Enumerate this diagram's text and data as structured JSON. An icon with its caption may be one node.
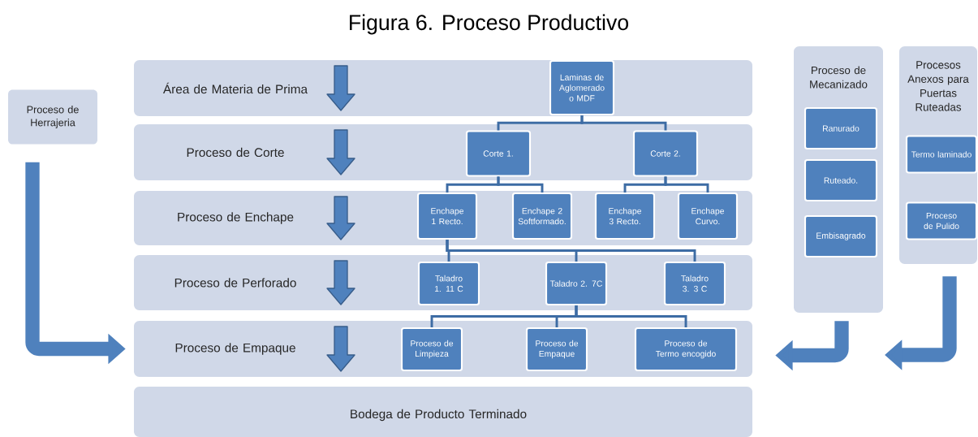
{
  "diagram": {
    "title": "Figura 6. Proceso Productivo",
    "nodes": [
      {
        "text": [
          "Proceso de Herrajeria"
        ]
      },
      {
        "text": [
          "Área de Materia de Prima"
        ]
      },
      {
        "text": [
          "Laminas de Aglomerado o MDF"
        ],
        "in": 1
      },
      {
        "text": [
          "Proceso de Corte"
        ]
      },
      {
        "text": [
          "Corte 1."
        ],
        "in": 3
      },
      {
        "text": [
          "Corte 2."
        ],
        "in": 3
      },
      {
        "text": [
          "Proceso de Enchape"
        ]
      },
      {
        "text": [
          "Enchape 1 Recto."
        ],
        "in": 6
      },
      {
        "text": [
          "Enchape 2 Softformado."
        ],
        "in": 6
      },
      {
        "text": [
          "Enchape 3 Recto."
        ],
        "in": 6
      },
      {
        "text": [
          "Enchape Curvo."
        ],
        "in": 6
      },
      {
        "text": [
          "Proceso de Perforado"
        ]
      },
      {
        "text": [
          "Taladro 1. 11 C"
        ],
        "in": 11
      },
      {
        "text": [
          "Taladro 2. 7C"
        ],
        "in": 11
      },
      {
        "text": [
          "Taladro 3. 3 C"
        ],
        "in": 11
      },
      {
        "text": [
          "Proceso de Empaque"
        ]
      },
      {
        "text": [
          "Proceso de Limpieza"
        ],
        "in": 15
      },
      {
        "text": [
          "Proceso de Empaque"
        ],
        "in": 15
      },
      {
        "text": [
          "Proceso de Termo encogido"
        ],
        "in": 15
      },
      {
        "text": [
          "Bodega de Producto Terminado"
        ]
      },
      {
        "text": [
          "Proceso de Mecanizado"
        ]
      },
      {
        "text": [
          "Ranurado"
        ],
        "in": 20
      },
      {
        "text": [
          "Ruteado."
        ],
        "in": 20
      },
      {
        "text": [
          "Embisagrado"
        ],
        "in": 20
      },
      {
        "text": [
          "Procesos Anexos para Puertas Ruteadas"
        ]
      },
      {
        "text": [
          "Termo laminado"
        ],
        "in": 24
      },
      {
        "text": [
          "Proceso de Pulido"
        ],
        "in": 24
      }
    ],
    "edges": [
      {
        "from": 2,
        "to": 4,
        "arrow": "none"
      },
      {
        "from": 2,
        "to": 5,
        "arrow": "none"
      },
      {
        "from": 4,
        "to": 7,
        "arrow": "none"
      },
      {
        "from": 4,
        "to": 8,
        "arrow": "none"
      },
      {
        "from": 5,
        "to": 9,
        "arrow": "none"
      },
      {
        "from": 5,
        "to": 10,
        "arrow": "none"
      },
      {
        "from": 7,
        "to": 12,
        "arrow": "none"
      },
      {
        "from": 7,
        "to": 13,
        "arrow": "none"
      },
      {
        "from": 7,
        "to": 14,
        "arrow": "none"
      },
      {
        "from": 13,
        "to": 16,
        "arrow": "none"
      },
      {
        "from": 13,
        "to": 17,
        "arrow": "none"
      },
      {
        "from": 13,
        "to": 18,
        "arrow": "none"
      },
      {
        "from": 0,
        "to": 15,
        "arrow": "to",
        "style": "thick"
      },
      {
        "from": 20,
        "to": 15,
        "arrow": "to",
        "style": "thick"
      },
      {
        "from": 24,
        "to": null,
        "arrow": "to",
        "style": "thick"
      }
    ]
  }
}
